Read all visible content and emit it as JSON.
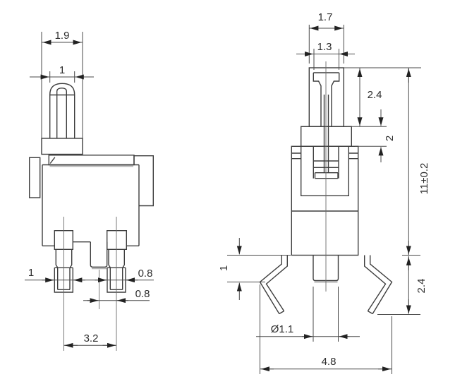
{
  "drawing": {
    "type": "dimensioned engineering drawing, push-button tact switch, two orthographic views",
    "colors": {
      "background": "#ffffff",
      "outline": "#3d3d3d",
      "dimension_line": "#4a4a4a",
      "text": "#2d2d2d",
      "shadow": "#b4b4b4"
    },
    "side_view": {
      "dim_flange_width": "1.9",
      "dim_stem_width": "1",
      "dim_left_pin_width": "1",
      "dim_right_pin_width": "0.8",
      "dim_pin_offset": "0.8",
      "dim_pin_pitch": "3.2"
    },
    "front_view": {
      "dim_stem_outer_width": "1.7",
      "dim_stem_slot_width": "1.3",
      "dim_stem_height": "2.4",
      "dim_flange_height": "2",
      "dim_overall_height": "11±0.2",
      "dim_leg_bend_drop": "1",
      "dim_boss_diameter": "Ø1.1",
      "dim_leg_height": "2.4",
      "dim_leg_span": "4.8"
    }
  }
}
